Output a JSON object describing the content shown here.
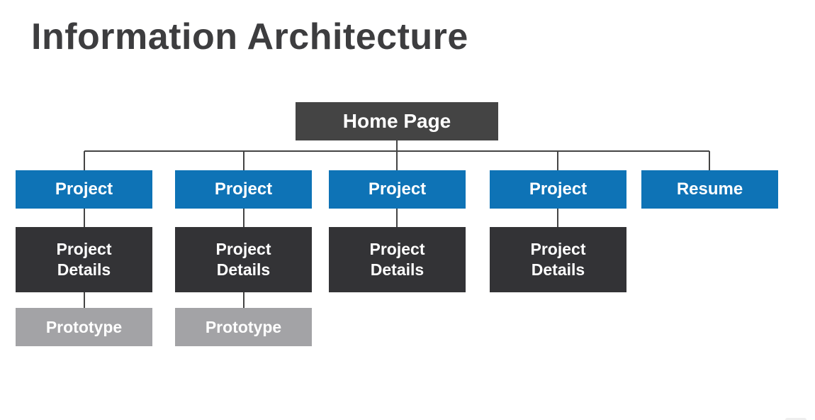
{
  "title": "Information Architecture",
  "home": {
    "label": "Home Page"
  },
  "columns": [
    {
      "section": "Project",
      "details": "Project\nDetails",
      "prototype": "Prototype"
    },
    {
      "section": "Project",
      "details": "Project\nDetails",
      "prototype": "Prototype"
    },
    {
      "section": "Project",
      "details": "Project\nDetails"
    },
    {
      "section": "Project",
      "details": "Project\nDetails"
    },
    {
      "section": "Resume"
    }
  ],
  "colors": {
    "title": "#3d3d3f",
    "home": "#444444",
    "section": "#0e73b6",
    "details": "#333336",
    "prototype": "#a3a3a6",
    "connector": "#444444"
  }
}
